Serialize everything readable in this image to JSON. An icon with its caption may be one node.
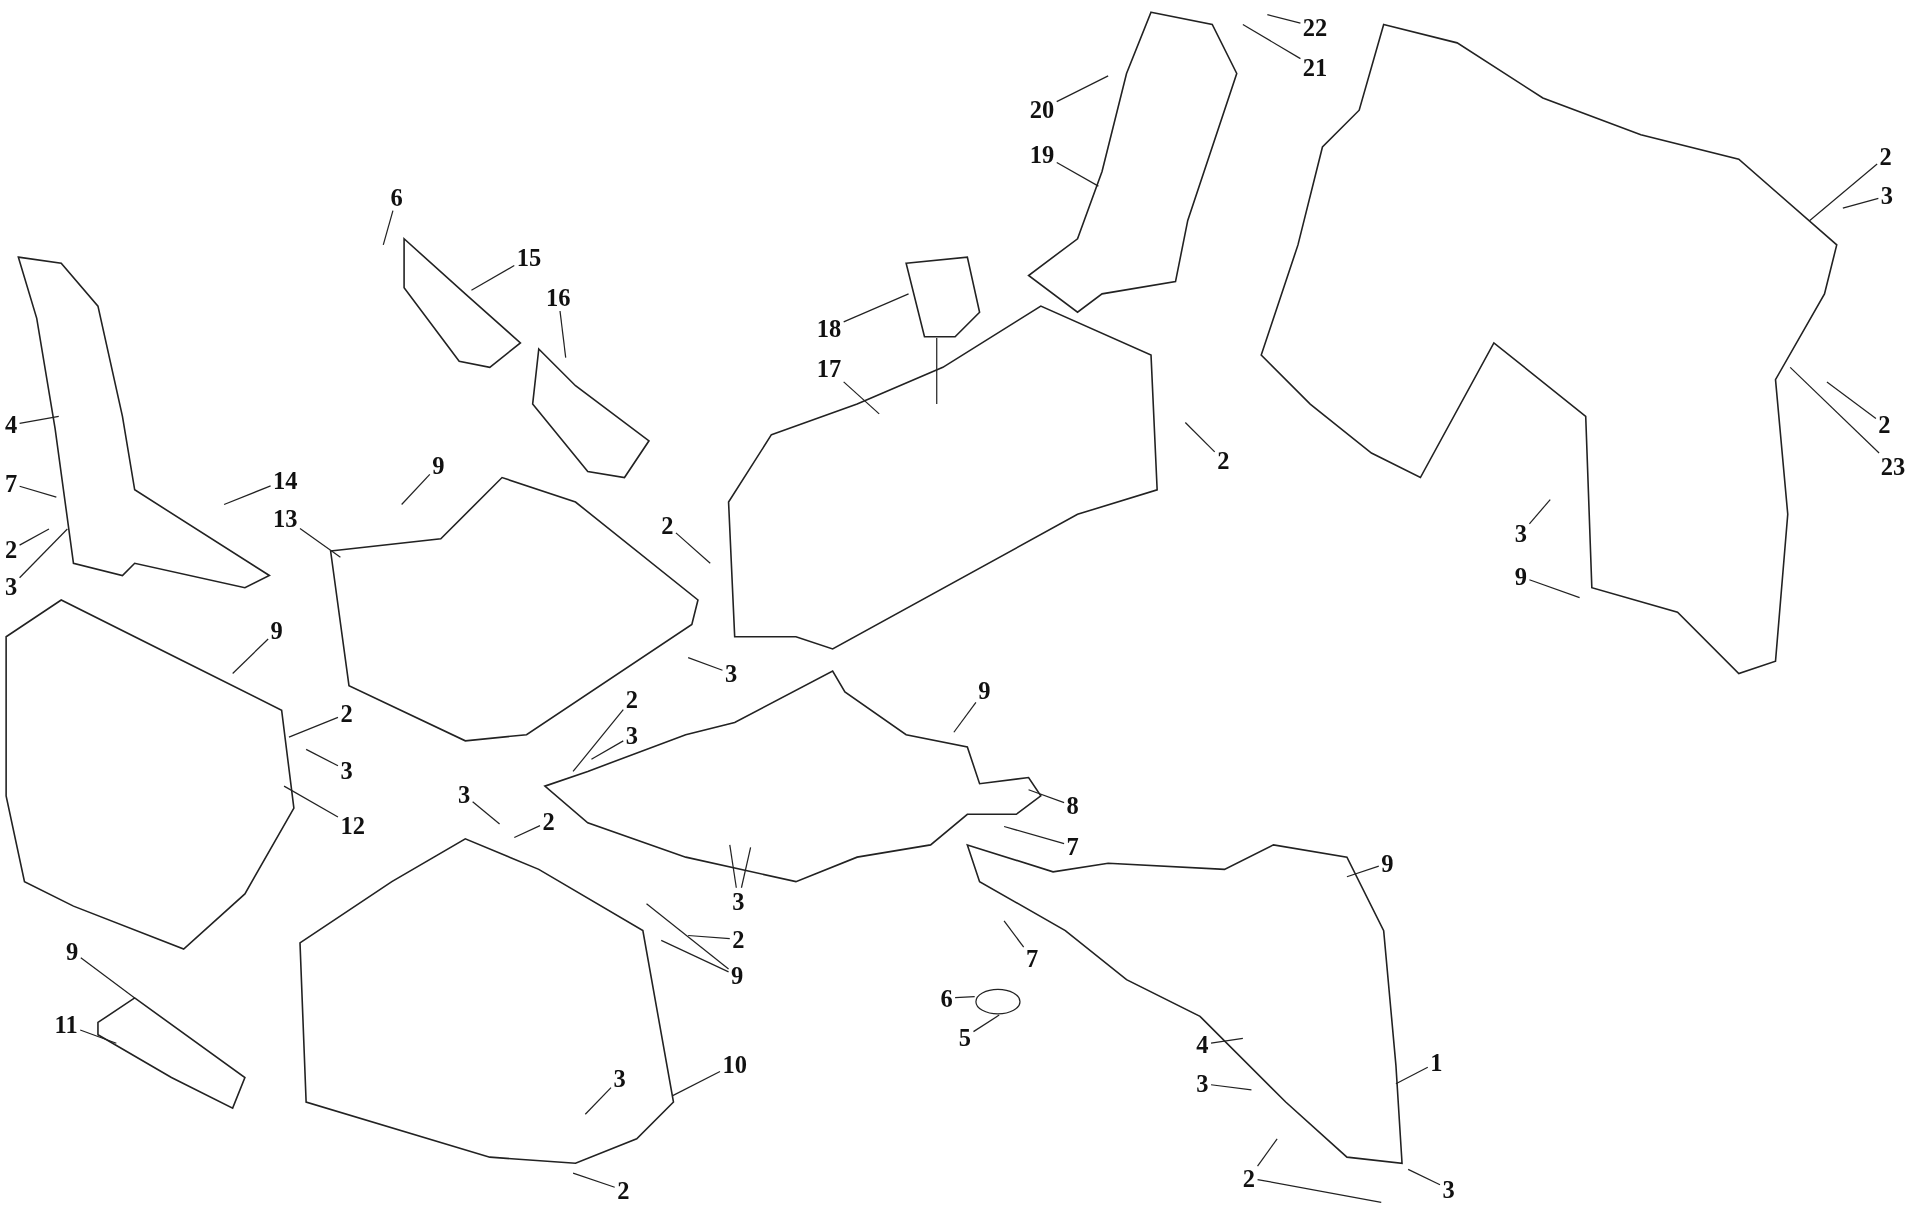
{
  "diagram": {
    "nodes": [
      {
        "text": [
          "22"
        ]
      },
      {
        "text": [
          "21"
        ]
      },
      {
        "text": [
          "20"
        ]
      },
      {
        "text": [
          "19"
        ]
      },
      {
        "text": [
          "2"
        ]
      },
      {
        "text": [
          "3"
        ]
      },
      {
        "text": [
          "6"
        ]
      },
      {
        "text": [
          "15"
        ]
      },
      {
        "text": [
          "16"
        ]
      },
      {
        "text": [
          "18"
        ]
      },
      {
        "text": [
          "17"
        ]
      },
      {
        "text": [
          "4"
        ]
      },
      {
        "text": [
          "2"
        ]
      },
      {
        "text": [
          "2"
        ]
      },
      {
        "text": [
          "9"
        ]
      },
      {
        "text": [
          "23"
        ]
      },
      {
        "text": [
          "14"
        ]
      },
      {
        "text": [
          "7"
        ]
      },
      {
        "text": [
          "13"
        ]
      },
      {
        "text": [
          "2"
        ]
      },
      {
        "text": [
          "3"
        ]
      },
      {
        "text": [
          "2"
        ]
      },
      {
        "text": [
          "9"
        ]
      },
      {
        "text": [
          "3"
        ]
      },
      {
        "text": [
          "9"
        ]
      },
      {
        "text": [
          "3"
        ]
      },
      {
        "text": [
          "9"
        ]
      },
      {
        "text": [
          "2"
        ]
      },
      {
        "text": [
          "2"
        ]
      },
      {
        "text": [
          "3"
        ]
      },
      {
        "text": [
          "3"
        ]
      },
      {
        "text": [
          "3"
        ]
      },
      {
        "text": [
          "8"
        ]
      },
      {
        "text": [
          "2"
        ]
      },
      {
        "text": [
          "12"
        ]
      },
      {
        "text": [
          "7"
        ]
      },
      {
        "text": [
          "9"
        ]
      },
      {
        "text": [
          "3"
        ]
      },
      {
        "text": [
          "2"
        ]
      },
      {
        "text": [
          "7"
        ]
      },
      {
        "text": [
          "9"
        ]
      },
      {
        "text": [
          "6"
        ]
      },
      {
        "text": [
          "5"
        ]
      },
      {
        "text": [
          "4"
        ]
      },
      {
        "text": [
          "10"
        ]
      },
      {
        "text": [
          "3"
        ]
      },
      {
        "text": [
          "3"
        ]
      },
      {
        "text": [
          "1"
        ]
      },
      {
        "text": [
          "9"
        ]
      },
      {
        "text": [
          "11"
        ]
      },
      {
        "text": [
          "2"
        ]
      },
      {
        "text": [
          "3"
        ]
      },
      {
        "text": [
          "2"
        ]
      }
    ],
    "edges": [
      {
        "from": 0,
        "to": null,
        "arrow": "none"
      },
      {
        "from": 1,
        "to": null,
        "arrow": "none"
      },
      {
        "from": 2,
        "to": null,
        "arrow": "none"
      },
      {
        "from": 3,
        "to": null,
        "arrow": "none"
      },
      {
        "from": 4,
        "to": null,
        "arrow": "none"
      },
      {
        "from": 5,
        "to": null,
        "arrow": "none"
      },
      {
        "from": 6,
        "to": null,
        "arrow": "none"
      },
      {
        "from": 7,
        "to": null,
        "arrow": "none"
      },
      {
        "from": 8,
        "to": null,
        "arrow": "none"
      },
      {
        "from": 9,
        "to": null,
        "arrow": "none"
      },
      {
        "from": 10,
        "to": null,
        "arrow": "none"
      },
      {
        "from": 11,
        "to": null,
        "arrow": "none"
      },
      {
        "from": 12,
        "to": null,
        "arrow": "none"
      },
      {
        "from": 13,
        "to": null,
        "arrow": "none"
      },
      {
        "from": 14,
        "to": null,
        "arrow": "none"
      },
      {
        "from": 15,
        "to": null,
        "arrow": "none"
      },
      {
        "from": 16,
        "to": null,
        "arrow": "none"
      },
      {
        "from": 17,
        "to": null,
        "arrow": "none"
      },
      {
        "from": 18,
        "to": null,
        "arrow": "none"
      },
      {
        "from": 19,
        "to": null,
        "arrow": "none"
      },
      {
        "from": 20,
        "to": null,
        "arrow": "none"
      },
      {
        "from": 21,
        "to": null,
        "arrow": "none"
      },
      {
        "from": 22,
        "to": null,
        "arrow": "none"
      },
      {
        "from": 23,
        "to": null,
        "arrow": "none"
      },
      {
        "from": 24,
        "to": null,
        "arrow": "none"
      },
      {
        "from": 25,
        "to": null,
        "arrow": "none"
      },
      {
        "from": 26,
        "to": null,
        "arrow": "none"
      },
      {
        "from": 27,
        "to": null,
        "arrow": "none"
      },
      {
        "from": 28,
        "to": null,
        "arrow": "none"
      },
      {
        "from": 29,
        "to": null,
        "arrow": "none"
      },
      {
        "from": 30,
        "to": null,
        "arrow": "none"
      },
      {
        "from": 31,
        "to": null,
        "arrow": "none"
      },
      {
        "from": 32,
        "to": null,
        "arrow": "none"
      },
      {
        "from": 33,
        "to": null,
        "arrow": "none"
      },
      {
        "from": 34,
        "to": null,
        "arrow": "none"
      },
      {
        "from": 35,
        "to": null,
        "arrow": "none"
      },
      {
        "from": 36,
        "to": null,
        "arrow": "none"
      },
      {
        "from": 37,
        "to": null,
        "arrow": "none"
      },
      {
        "from": 37,
        "to": null,
        "arrow": "none"
      },
      {
        "from": 38,
        "to": null,
        "arrow": "none"
      },
      {
        "from": 39,
        "to": null,
        "arrow": "none"
      },
      {
        "from": 40,
        "to": null,
        "arrow": "none"
      },
      {
        "from": 40,
        "to": null,
        "arrow": "none"
      },
      {
        "from": 41,
        "to": null,
        "arrow": "none"
      },
      {
        "from": 42,
        "to": null,
        "arrow": "none"
      },
      {
        "from": 43,
        "to": null,
        "arrow": "none"
      },
      {
        "from": 44,
        "to": null,
        "arrow": "none"
      },
      {
        "from": 45,
        "to": null,
        "arrow": "none"
      },
      {
        "from": 46,
        "to": null,
        "arrow": "none"
      },
      {
        "from": 47,
        "to": null,
        "arrow": "none"
      },
      {
        "from": 48,
        "to": null,
        "arrow": "none"
      },
      {
        "from": 49,
        "to": null,
        "arrow": "none"
      },
      {
        "from": 50,
        "to": null,
        "arrow": "none"
      },
      {
        "from": 50,
        "to": null,
        "arrow": "none"
      },
      {
        "from": 51,
        "to": null,
        "arrow": "none"
      },
      {
        "from": 52,
        "to": null,
        "arrow": "none"
      }
    ]
  }
}
